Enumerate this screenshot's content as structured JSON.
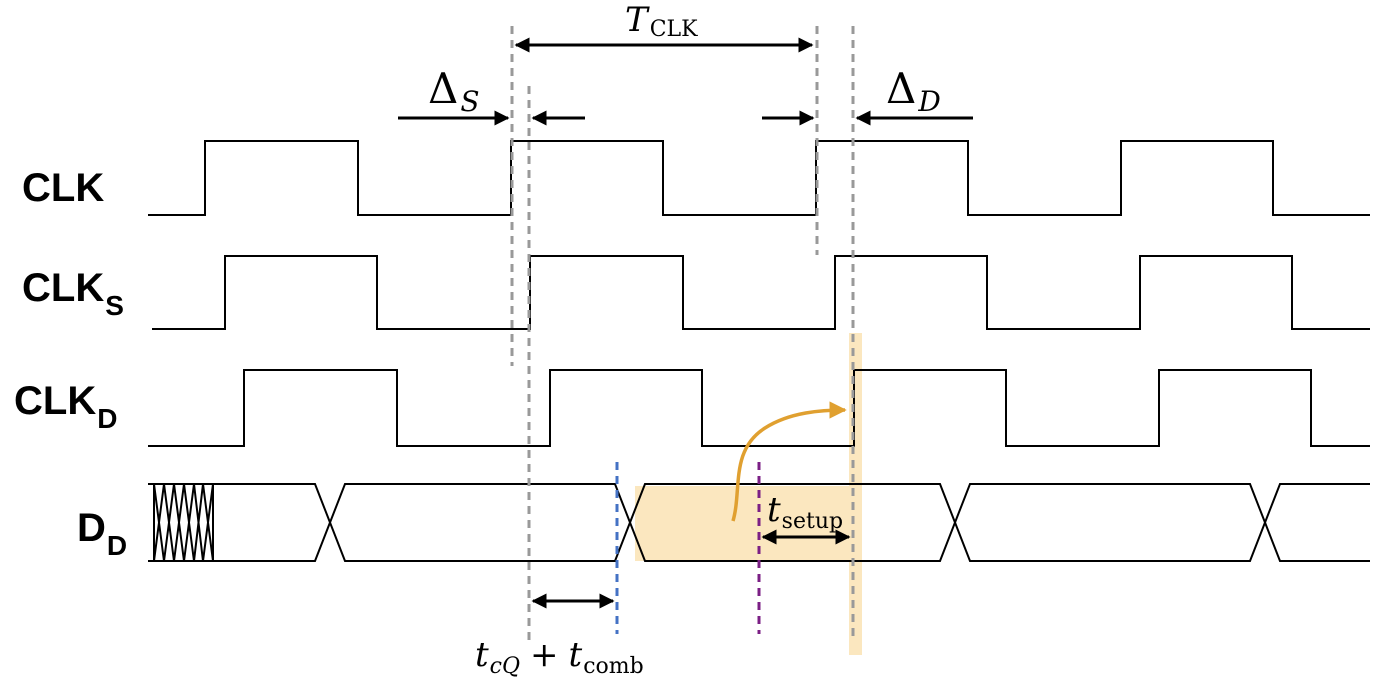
{
  "signals": [
    {
      "key": "clk",
      "label": "CLK",
      "subscript": ""
    },
    {
      "key": "clk_s",
      "label": "CLK",
      "subscript": "S"
    },
    {
      "key": "clk_d",
      "label": "CLK",
      "subscript": "D"
    },
    {
      "key": "d_d",
      "label": "D",
      "subscript": "D"
    }
  ],
  "annotations": {
    "t_clk": {
      "base": "T",
      "sub": "CLK"
    },
    "delta_s": {
      "base": "Δ",
      "sub": "S"
    },
    "delta_d": {
      "base": "Δ",
      "sub": "D"
    },
    "t_setup": {
      "base": "t",
      "sub": "setup"
    },
    "t_cq_comb": {
      "base1": "t",
      "sub1": "cQ",
      "op": "+",
      "base2": "t",
      "sub2": "comb"
    }
  },
  "colors": {
    "wave": "#000000",
    "guide_gray": "#999999",
    "tcq_comb_marker": "#4472c4",
    "setup_marker": "#7b1f85",
    "highlight": "#fbe7bf",
    "data_path_arrow": "#e0a030"
  }
}
